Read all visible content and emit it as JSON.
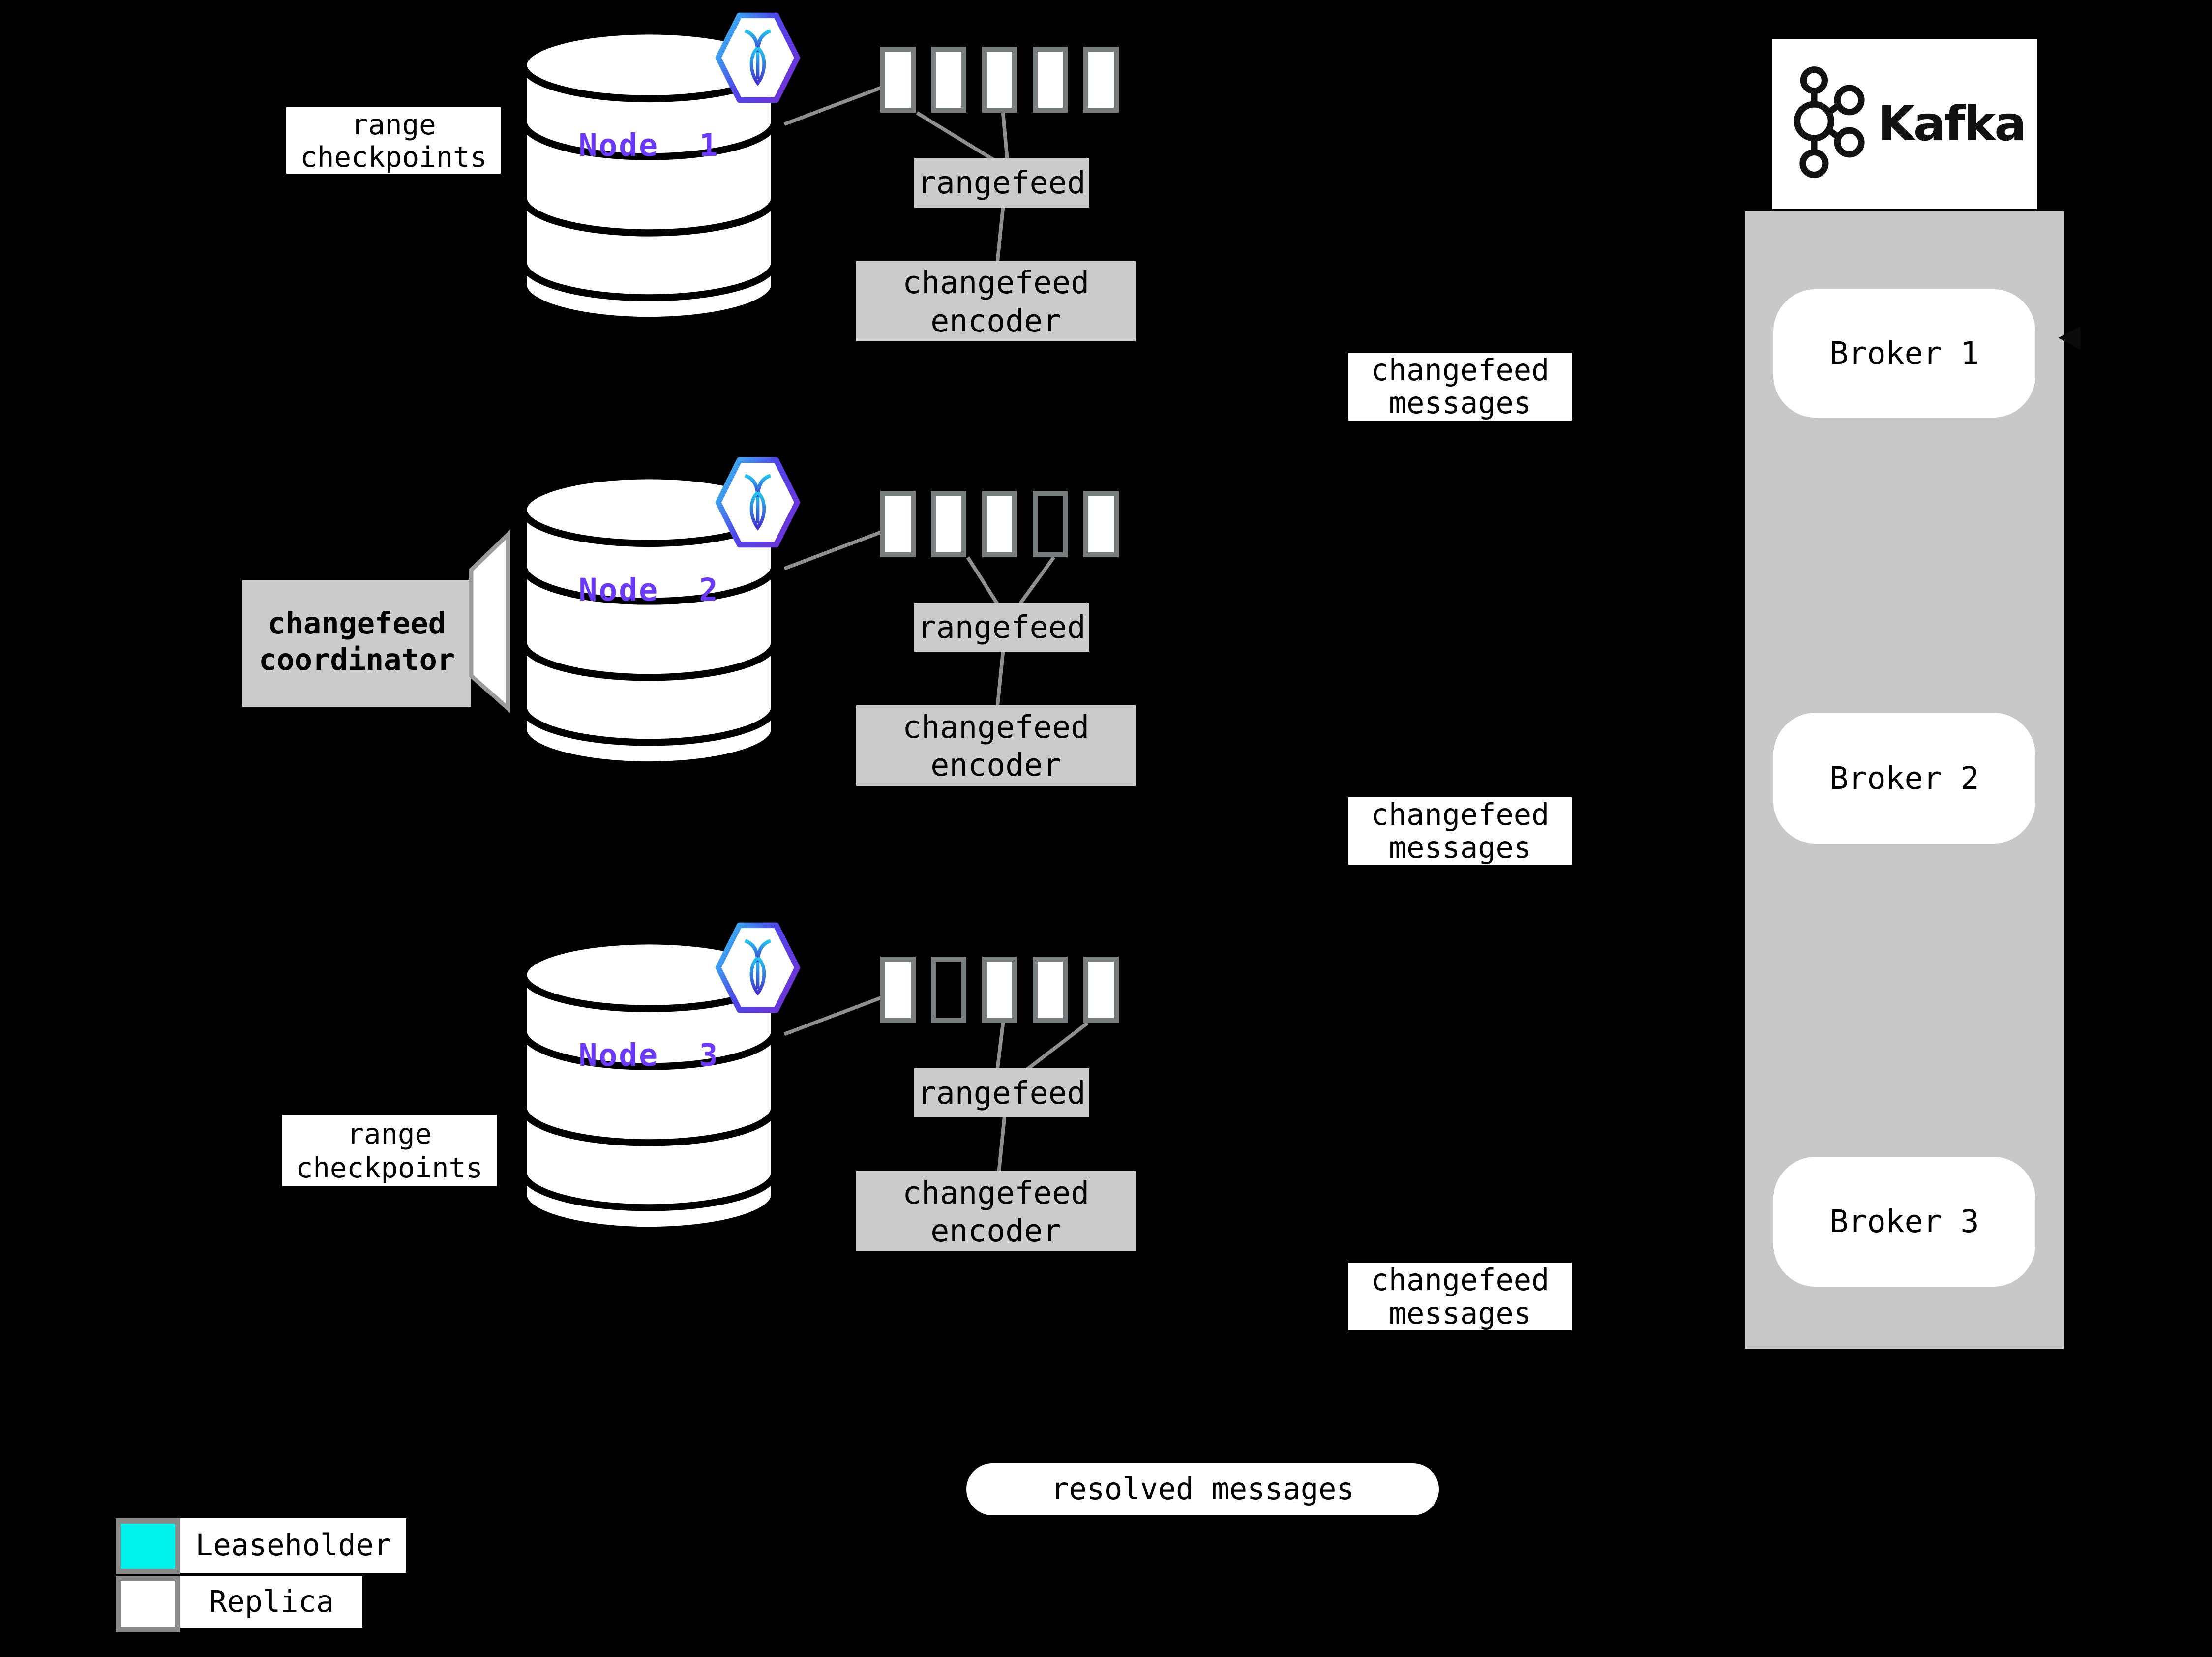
{
  "colors": {
    "background": "#000000",
    "leaseholder_fill": "#00F2EC",
    "replica_fill": "#FFFFFF",
    "rect_border": "#787E7E",
    "box_gray": "#CBCBCB",
    "panel_gray": "#C8C8C8",
    "line_gray": "#8F8F8F",
    "node_label": "#6B3AF7"
  },
  "nodes": [
    {
      "name": "Node  1",
      "rangefeed_label": "rangefeed",
      "encoder_label": "changefeed\nencoder",
      "messages_label": "changefeed\nmessages",
      "replicas": [
        "replica",
        "leaseholder",
        "replica",
        "leaseholder",
        "replica"
      ]
    },
    {
      "name": "Node  2",
      "rangefeed_label": "rangefeed",
      "encoder_label": "changefeed\nencoder",
      "messages_label": "changefeed\nmessages",
      "replicas": [
        "replica",
        "leaseholder",
        "replica",
        "empty",
        "leaseholder"
      ]
    },
    {
      "name": "Node  3",
      "rangefeed_label": "rangefeed",
      "encoder_label": "changefeed\nencoder",
      "messages_label": "changefeed\nmessages",
      "replicas": [
        "leaseholder",
        "empty",
        "replica",
        "leaseholder",
        "replica"
      ]
    }
  ],
  "annotations": {
    "range_checkpoints_top": "range\ncheckpoints",
    "range_checkpoints_bottom": "range\ncheckpoints",
    "coordinator": "changefeed\ncoordinator",
    "resolved": "resolved messages"
  },
  "kafka": {
    "logo_label": "Kafka",
    "brokers": [
      {
        "label": "Broker 1"
      },
      {
        "label": "Broker 2"
      },
      {
        "label": "Broker 3"
      }
    ]
  },
  "legend": [
    {
      "swatch": "leaseholder",
      "label": "Leaseholder"
    },
    {
      "swatch": "replica",
      "label": "Replica"
    }
  ]
}
